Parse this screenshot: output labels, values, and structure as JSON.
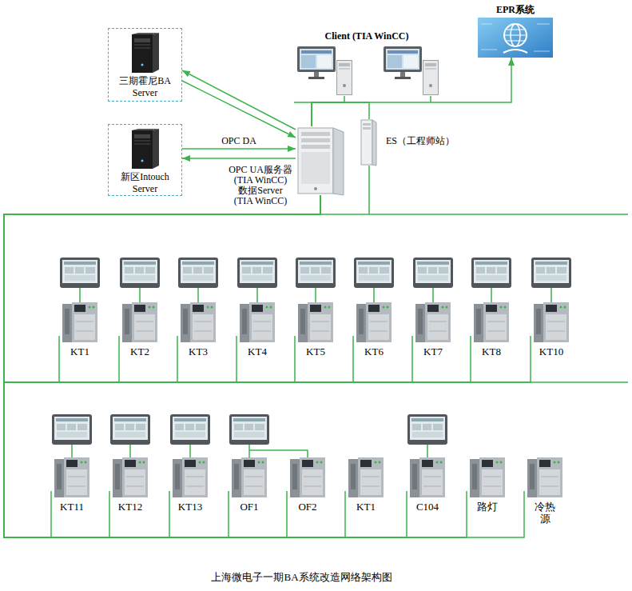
{
  "diagram": {
    "caption": "上海微电子一期BA系统改造网络架构图",
    "nodes": [
      {
        "text": [
          "三期霍尼BA Server"
        ]
      },
      {
        "text": [
          "新区Intouch Server"
        ]
      },
      {
        "text": [
          "Client (TIA WinCC)"
        ]
      },
      {
        "text": [
          "EPR系统"
        ]
      },
      {
        "text": [
          "OPC UA服务器 (TIA WinCC)",
          "数据Server (TIA WinCC)"
        ]
      },
      {
        "text": [
          "ES（工程师站）"
        ]
      },
      {
        "text": [
          "KT1"
        ]
      },
      {
        "text": [
          "KT2"
        ]
      },
      {
        "text": [
          "KT3"
        ]
      },
      {
        "text": [
          "KT4"
        ]
      },
      {
        "text": [
          "KT5"
        ]
      },
      {
        "text": [
          "KT6"
        ]
      },
      {
        "text": [
          "KT7"
        ]
      },
      {
        "text": [
          "KT8"
        ]
      },
      {
        "text": [
          "KT10"
        ]
      },
      {
        "text": [
          "KT11"
        ]
      },
      {
        "text": [
          "KT12"
        ]
      },
      {
        "text": [
          "KT13"
        ]
      },
      {
        "text": [
          "OF1"
        ]
      },
      {
        "text": [
          "OF2"
        ]
      },
      {
        "text": [
          "KT1"
        ]
      },
      {
        "text": [
          "C104"
        ]
      },
      {
        "text": [
          "路灯"
        ]
      },
      {
        "text": [
          "冷热源"
        ]
      }
    ],
    "edges": [
      {
        "from": 4,
        "to": 0,
        "arrow": "to"
      },
      {
        "from": 0,
        "to": 4,
        "arrow": "to"
      },
      {
        "from": 1,
        "to": 4,
        "arrow": "to",
        "label": "OPC DA"
      },
      {
        "from": 4,
        "to": 1,
        "arrow": "to"
      },
      {
        "from": 4,
        "to": 3,
        "arrow": "to"
      },
      {
        "from": 2,
        "to": 4,
        "arrow": "none"
      },
      {
        "from": 5,
        "to": 4,
        "arrow": "none"
      },
      {
        "from": 6,
        "to": 4,
        "arrow": "none"
      },
      {
        "from": 7,
        "to": 4,
        "arrow": "none"
      },
      {
        "from": 8,
        "to": 4,
        "arrow": "none"
      },
      {
        "from": 9,
        "to": 4,
        "arrow": "none"
      },
      {
        "from": 10,
        "to": 4,
        "arrow": "none"
      },
      {
        "from": 11,
        "to": 4,
        "arrow": "none"
      },
      {
        "from": 12,
        "to": 4,
        "arrow": "none"
      },
      {
        "from": 13,
        "to": 4,
        "arrow": "none"
      },
      {
        "from": 14,
        "to": 4,
        "arrow": "none"
      },
      {
        "from": 15,
        "to": 4,
        "arrow": "none"
      },
      {
        "from": 16,
        "to": 4,
        "arrow": "none"
      },
      {
        "from": 17,
        "to": 4,
        "arrow": "none"
      },
      {
        "from": 18,
        "to": 4,
        "arrow": "none"
      },
      {
        "from": 19,
        "to": 4,
        "arrow": "none"
      },
      {
        "from": 20,
        "to": 4,
        "arrow": "none"
      },
      {
        "from": 21,
        "to": 4,
        "arrow": "none"
      },
      {
        "from": 22,
        "to": 4,
        "arrow": "none"
      },
      {
        "from": 23,
        "to": 4,
        "arrow": "none"
      }
    ]
  }
}
